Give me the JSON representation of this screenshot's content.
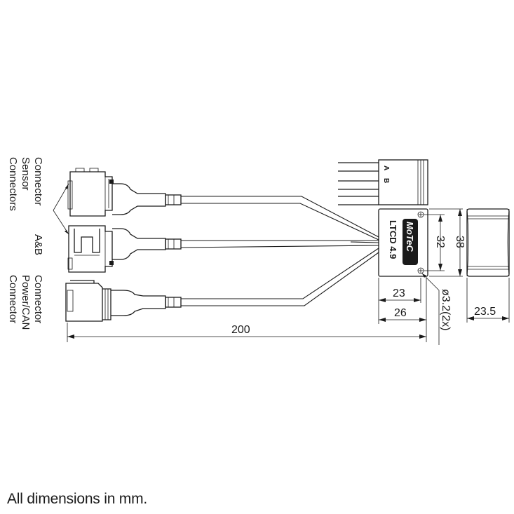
{
  "labels": {
    "sensor_connectors": [
      "Connector",
      "Sensor",
      "Connectors"
    ],
    "ab_suffix": "A&B",
    "power_can": [
      "Connector",
      "Power/CAN",
      "Connector"
    ]
  },
  "device": {
    "brand": "MoTeC",
    "model": "LTCD 4.9"
  },
  "ab_labels": [
    "A",
    "B"
  ],
  "dimensions": {
    "length": "200",
    "mount_width": "23",
    "body_width": "26",
    "mount_height": "32",
    "body_height": "38",
    "hole": "ø3.2(2x)",
    "side_depth": "23.5"
  },
  "footnote": "All dimensions in mm."
}
